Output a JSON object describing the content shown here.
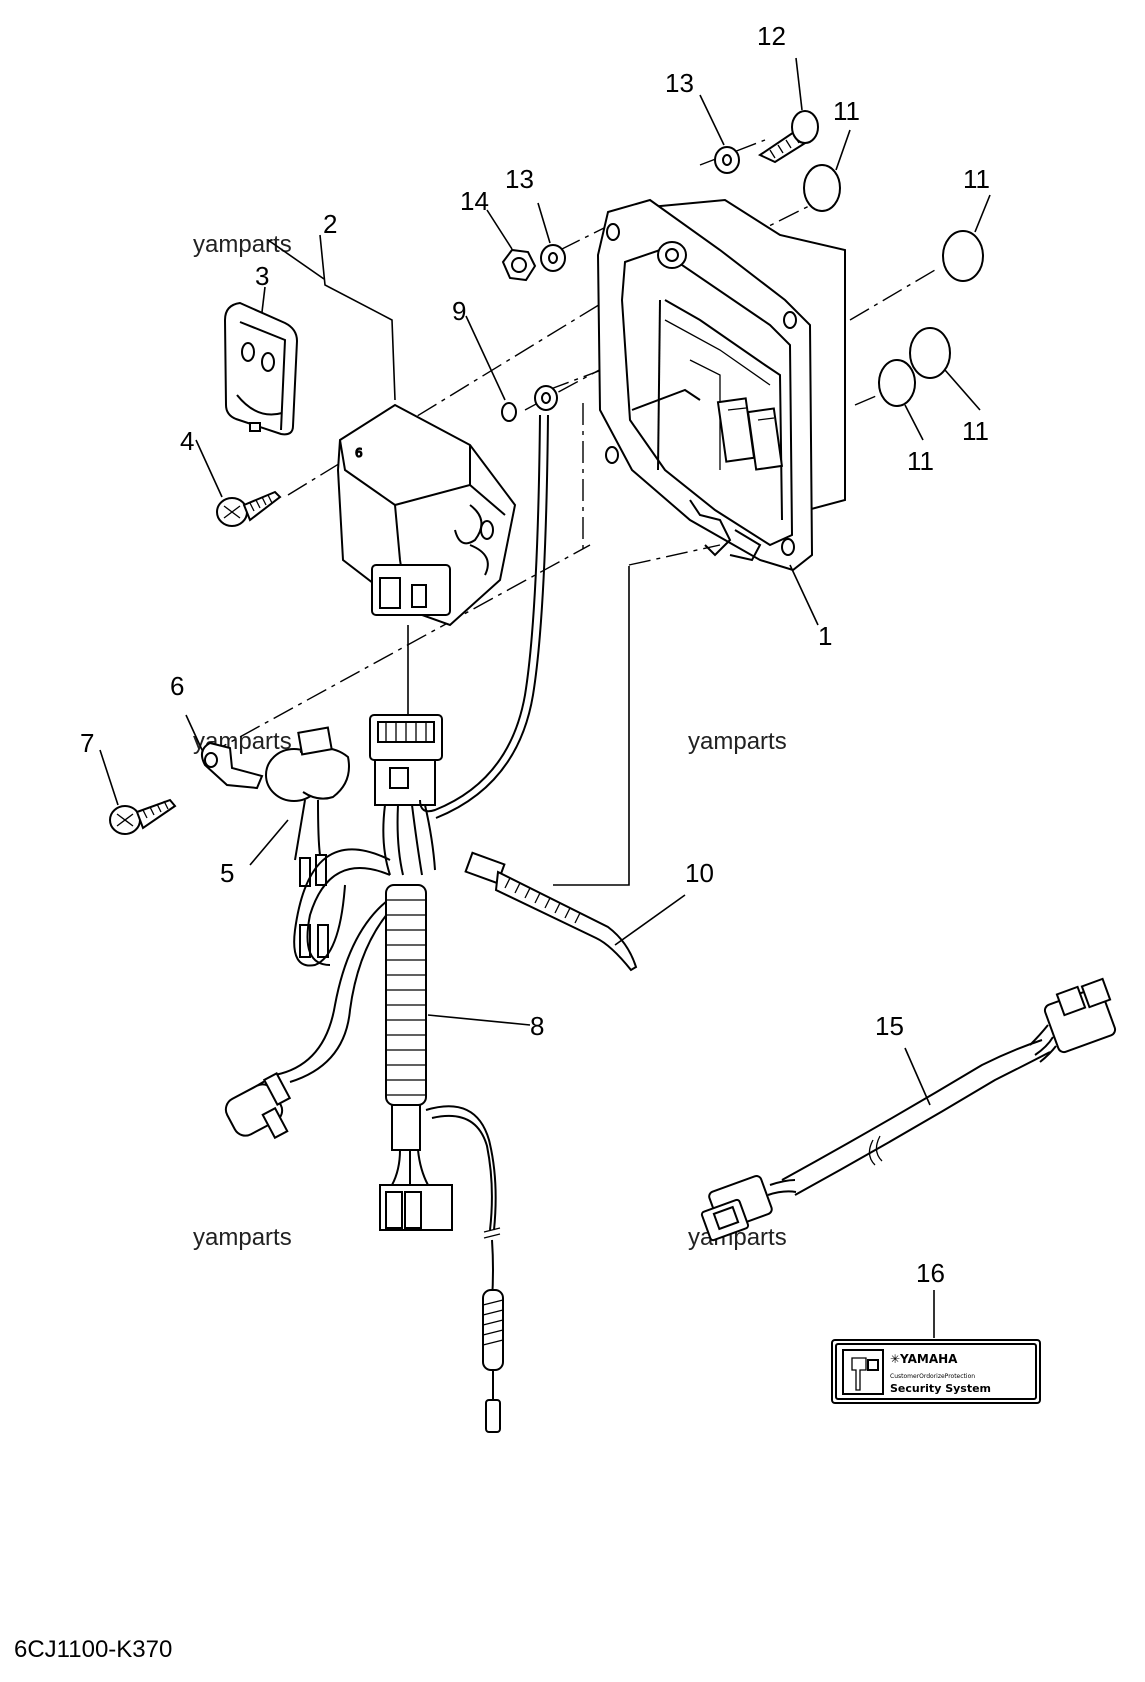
{
  "diagram": {
    "code": "6CJ1100-K370",
    "watermark": "yamparts",
    "labels": {
      "p1": "1",
      "p2": "2",
      "p3": "3",
      "p4": "4",
      "p5": "5",
      "p6": "6",
      "p7": "7",
      "p8": "8",
      "p9": "9",
      "p10": "10",
      "p11a": "11",
      "p11b": "11",
      "p11c": "11",
      "p11d": "11",
      "p12": "12",
      "p13a": "13",
      "p13b": "13",
      "p14": "14",
      "p15": "15",
      "p16": "16"
    },
    "decal": {
      "brand": "✳YAMAHA",
      "small": "CustomerOrdorizeProtection",
      "title": "Security System"
    }
  }
}
